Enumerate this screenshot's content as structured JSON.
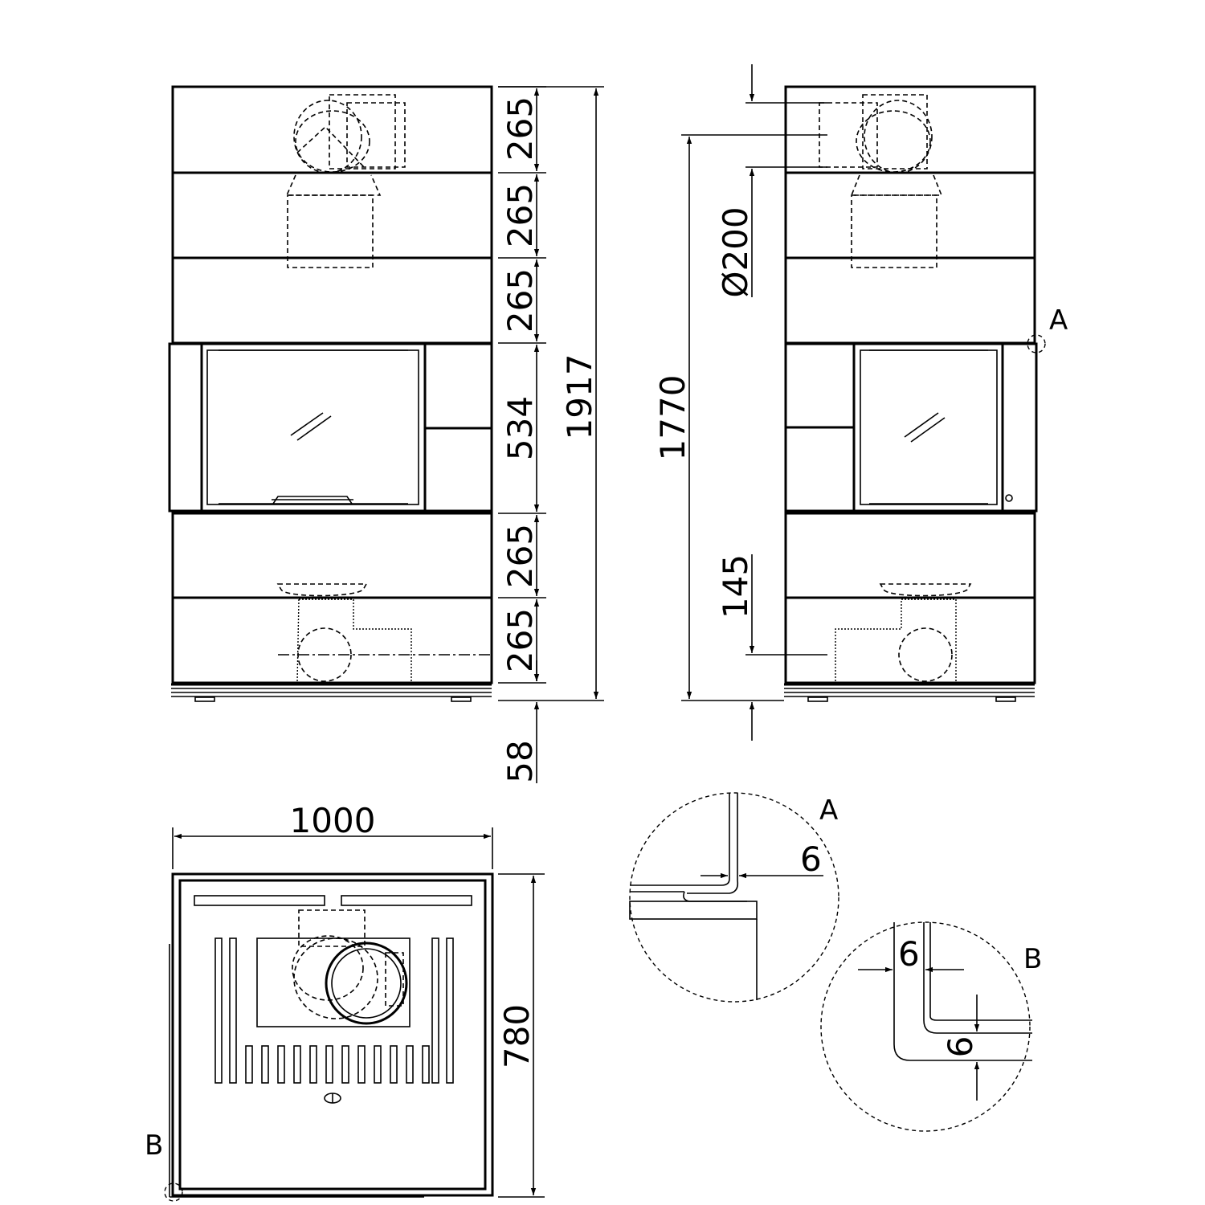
{
  "front_view": {
    "dims": [
      "265",
      "265",
      "265",
      "534",
      "265",
      "265"
    ],
    "total_height": "1917",
    "base_height": "58"
  },
  "side_view": {
    "flue_diameter": "Ø200",
    "outlet_height": "1770",
    "inlet_height": "145",
    "detail_marker": "A"
  },
  "top_view": {
    "width": "1000",
    "depth": "780",
    "detail_marker": "B"
  },
  "detail_a": {
    "label": "A",
    "gap": "6"
  },
  "detail_b": {
    "label": "B",
    "gap_horizontal": "6",
    "gap_vertical": "6"
  }
}
